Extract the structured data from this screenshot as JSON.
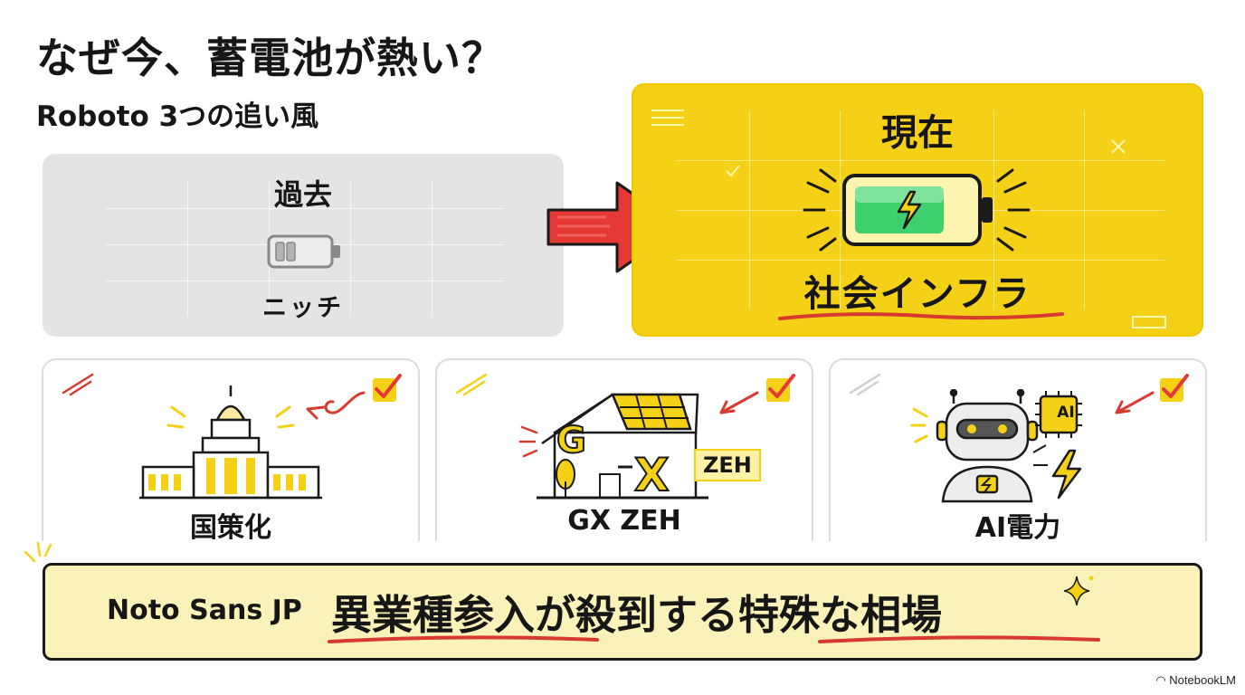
{
  "title": "なぜ今、蓄電池が熱い？",
  "subtitle": "Roboto 3つの追い風",
  "past": {
    "label": "過去",
    "caption": "ニッチ"
  },
  "present": {
    "label": "現在",
    "caption": "社会インフラ"
  },
  "cards": [
    {
      "label": "国策化",
      "icon": "parliament-building-icon"
    },
    {
      "label": "GX ZEH",
      "icon": "gx-house-icon",
      "badge": "ZEH",
      "house_letters": [
        "G",
        "X"
      ]
    },
    {
      "label": "AI電力",
      "icon": "ai-robot-icon",
      "chip_text": "AI"
    }
  ],
  "banner": {
    "lead": "Noto Sans JP",
    "main": "異業種参入が殺到する特殊な相場"
  },
  "watermark": "NotebookLM",
  "colors": {
    "accent_yellow": "#f4d116",
    "arrow_red": "#e53935",
    "underline_red": "#d83a2f",
    "battery_green": "#3ecf6e",
    "banner_fill": "#fbf2b9"
  }
}
